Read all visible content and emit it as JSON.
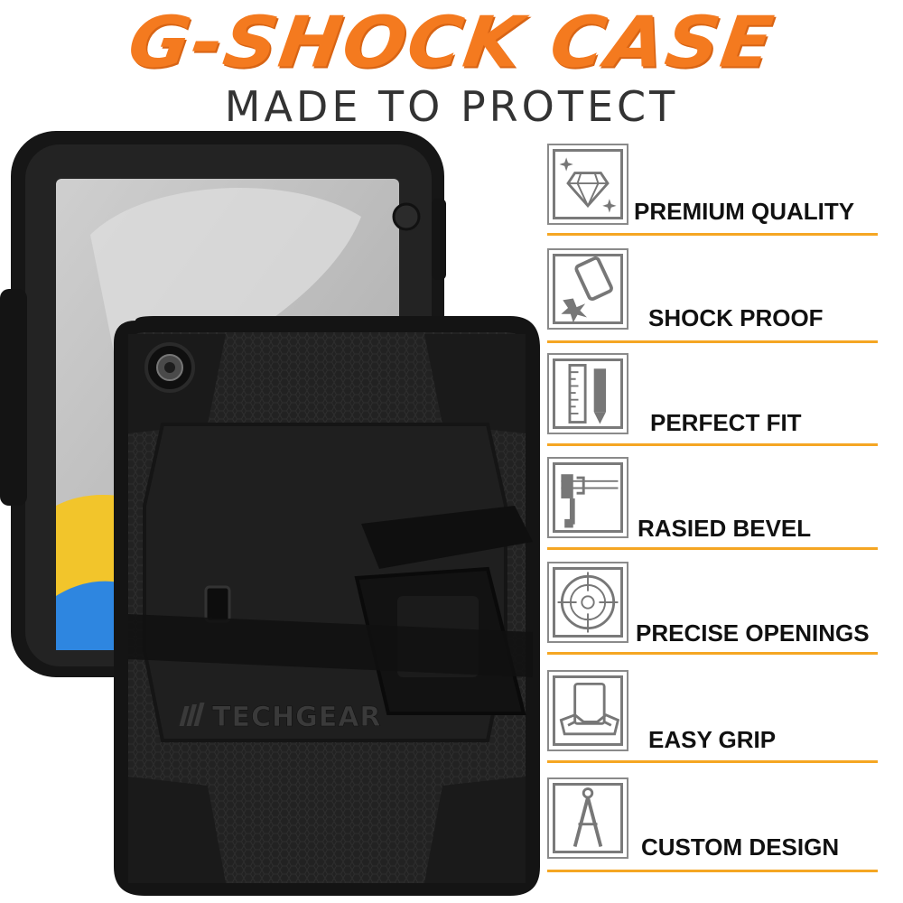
{
  "headline": "G-SHOCK CASE",
  "subheadline": "MADE TO PROTECT",
  "product": {
    "brand_logo": "TECHGEAR"
  },
  "colors": {
    "accent_orange": "#f47a1f",
    "rule_orange": "#f5a623",
    "case_black": "#1b1b1b"
  },
  "features": [
    {
      "label": "PREMIUM QUALITY",
      "icon": "diamond-icon"
    },
    {
      "label": "SHOCK PROOF",
      "icon": "shock-proof-icon"
    },
    {
      "label": "PERFECT FIT",
      "icon": "ruler-pencil-icon"
    },
    {
      "label": "RASIED BEVEL",
      "icon": "caliper-icon"
    },
    {
      "label": "PRECISE OPENINGS",
      "icon": "target-icon"
    },
    {
      "label": "EASY GRIP",
      "icon": "tablet-grip-icon"
    },
    {
      "label": "CUSTOM DESIGN",
      "icon": "compass-icon"
    }
  ]
}
